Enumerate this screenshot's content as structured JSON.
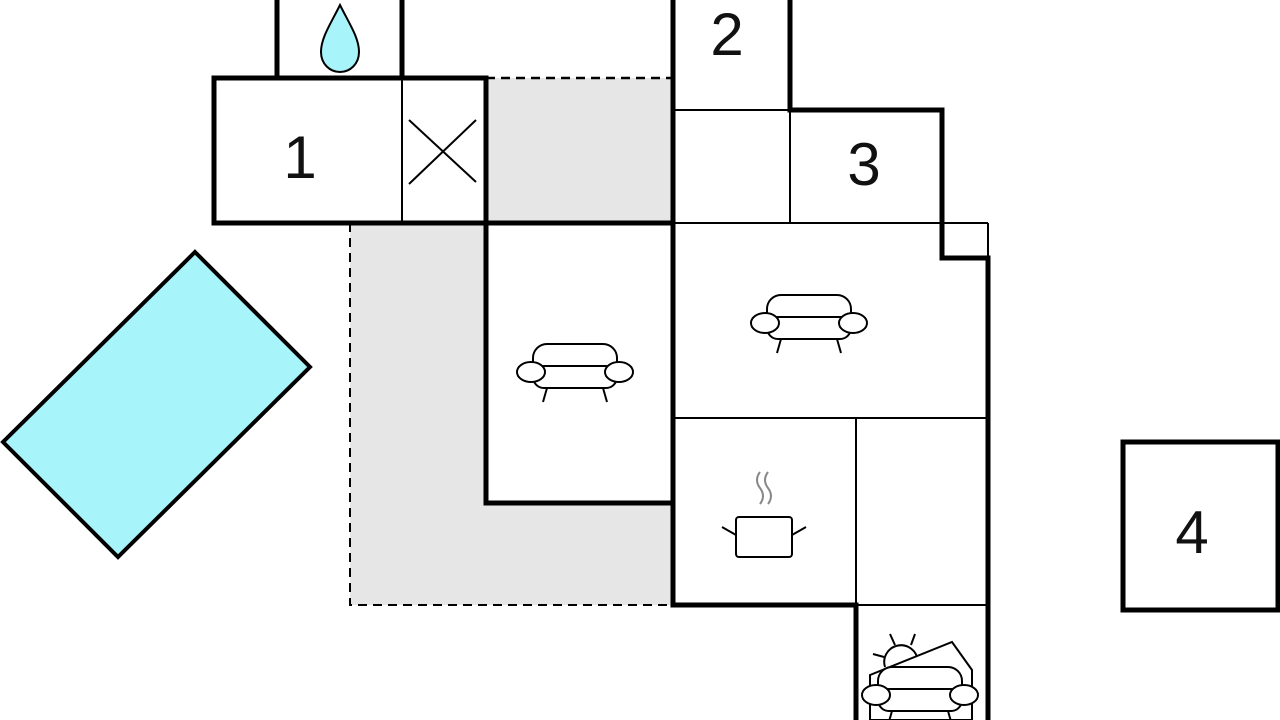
{
  "floorplan": {
    "room_labels": {
      "room1": "1",
      "room2": "2",
      "room3": "3",
      "room4": "4"
    },
    "icons": [
      "water-drop-icon",
      "cross-icon",
      "sofa-icon",
      "cooking-pot-icon",
      "sun-terrace-icon"
    ],
    "colors": {
      "pool": "#a8f4fb",
      "terrace": "#e6e6e6",
      "walls": "#000000"
    }
  }
}
